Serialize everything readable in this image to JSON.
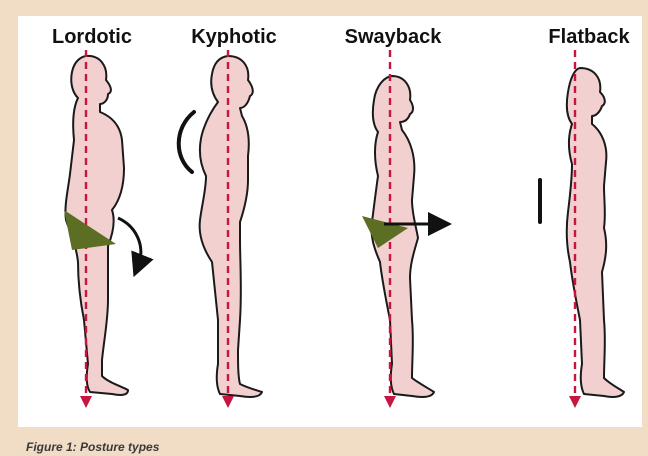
{
  "figures": [
    {
      "label": "Lordotic"
    },
    {
      "label": "Kyphotic"
    },
    {
      "label": "Swayback"
    },
    {
      "label": "Flatback"
    }
  ],
  "caption": "Figure 1: Posture types",
  "colors": {
    "background": "#f1dcc5",
    "panel": "#ffffff",
    "body_fill": "#f2d0cf",
    "outline": "#1a1a1a",
    "plumb_line": "#c4163f",
    "pelvis": "#5c6e24",
    "indicator": "#111111"
  }
}
